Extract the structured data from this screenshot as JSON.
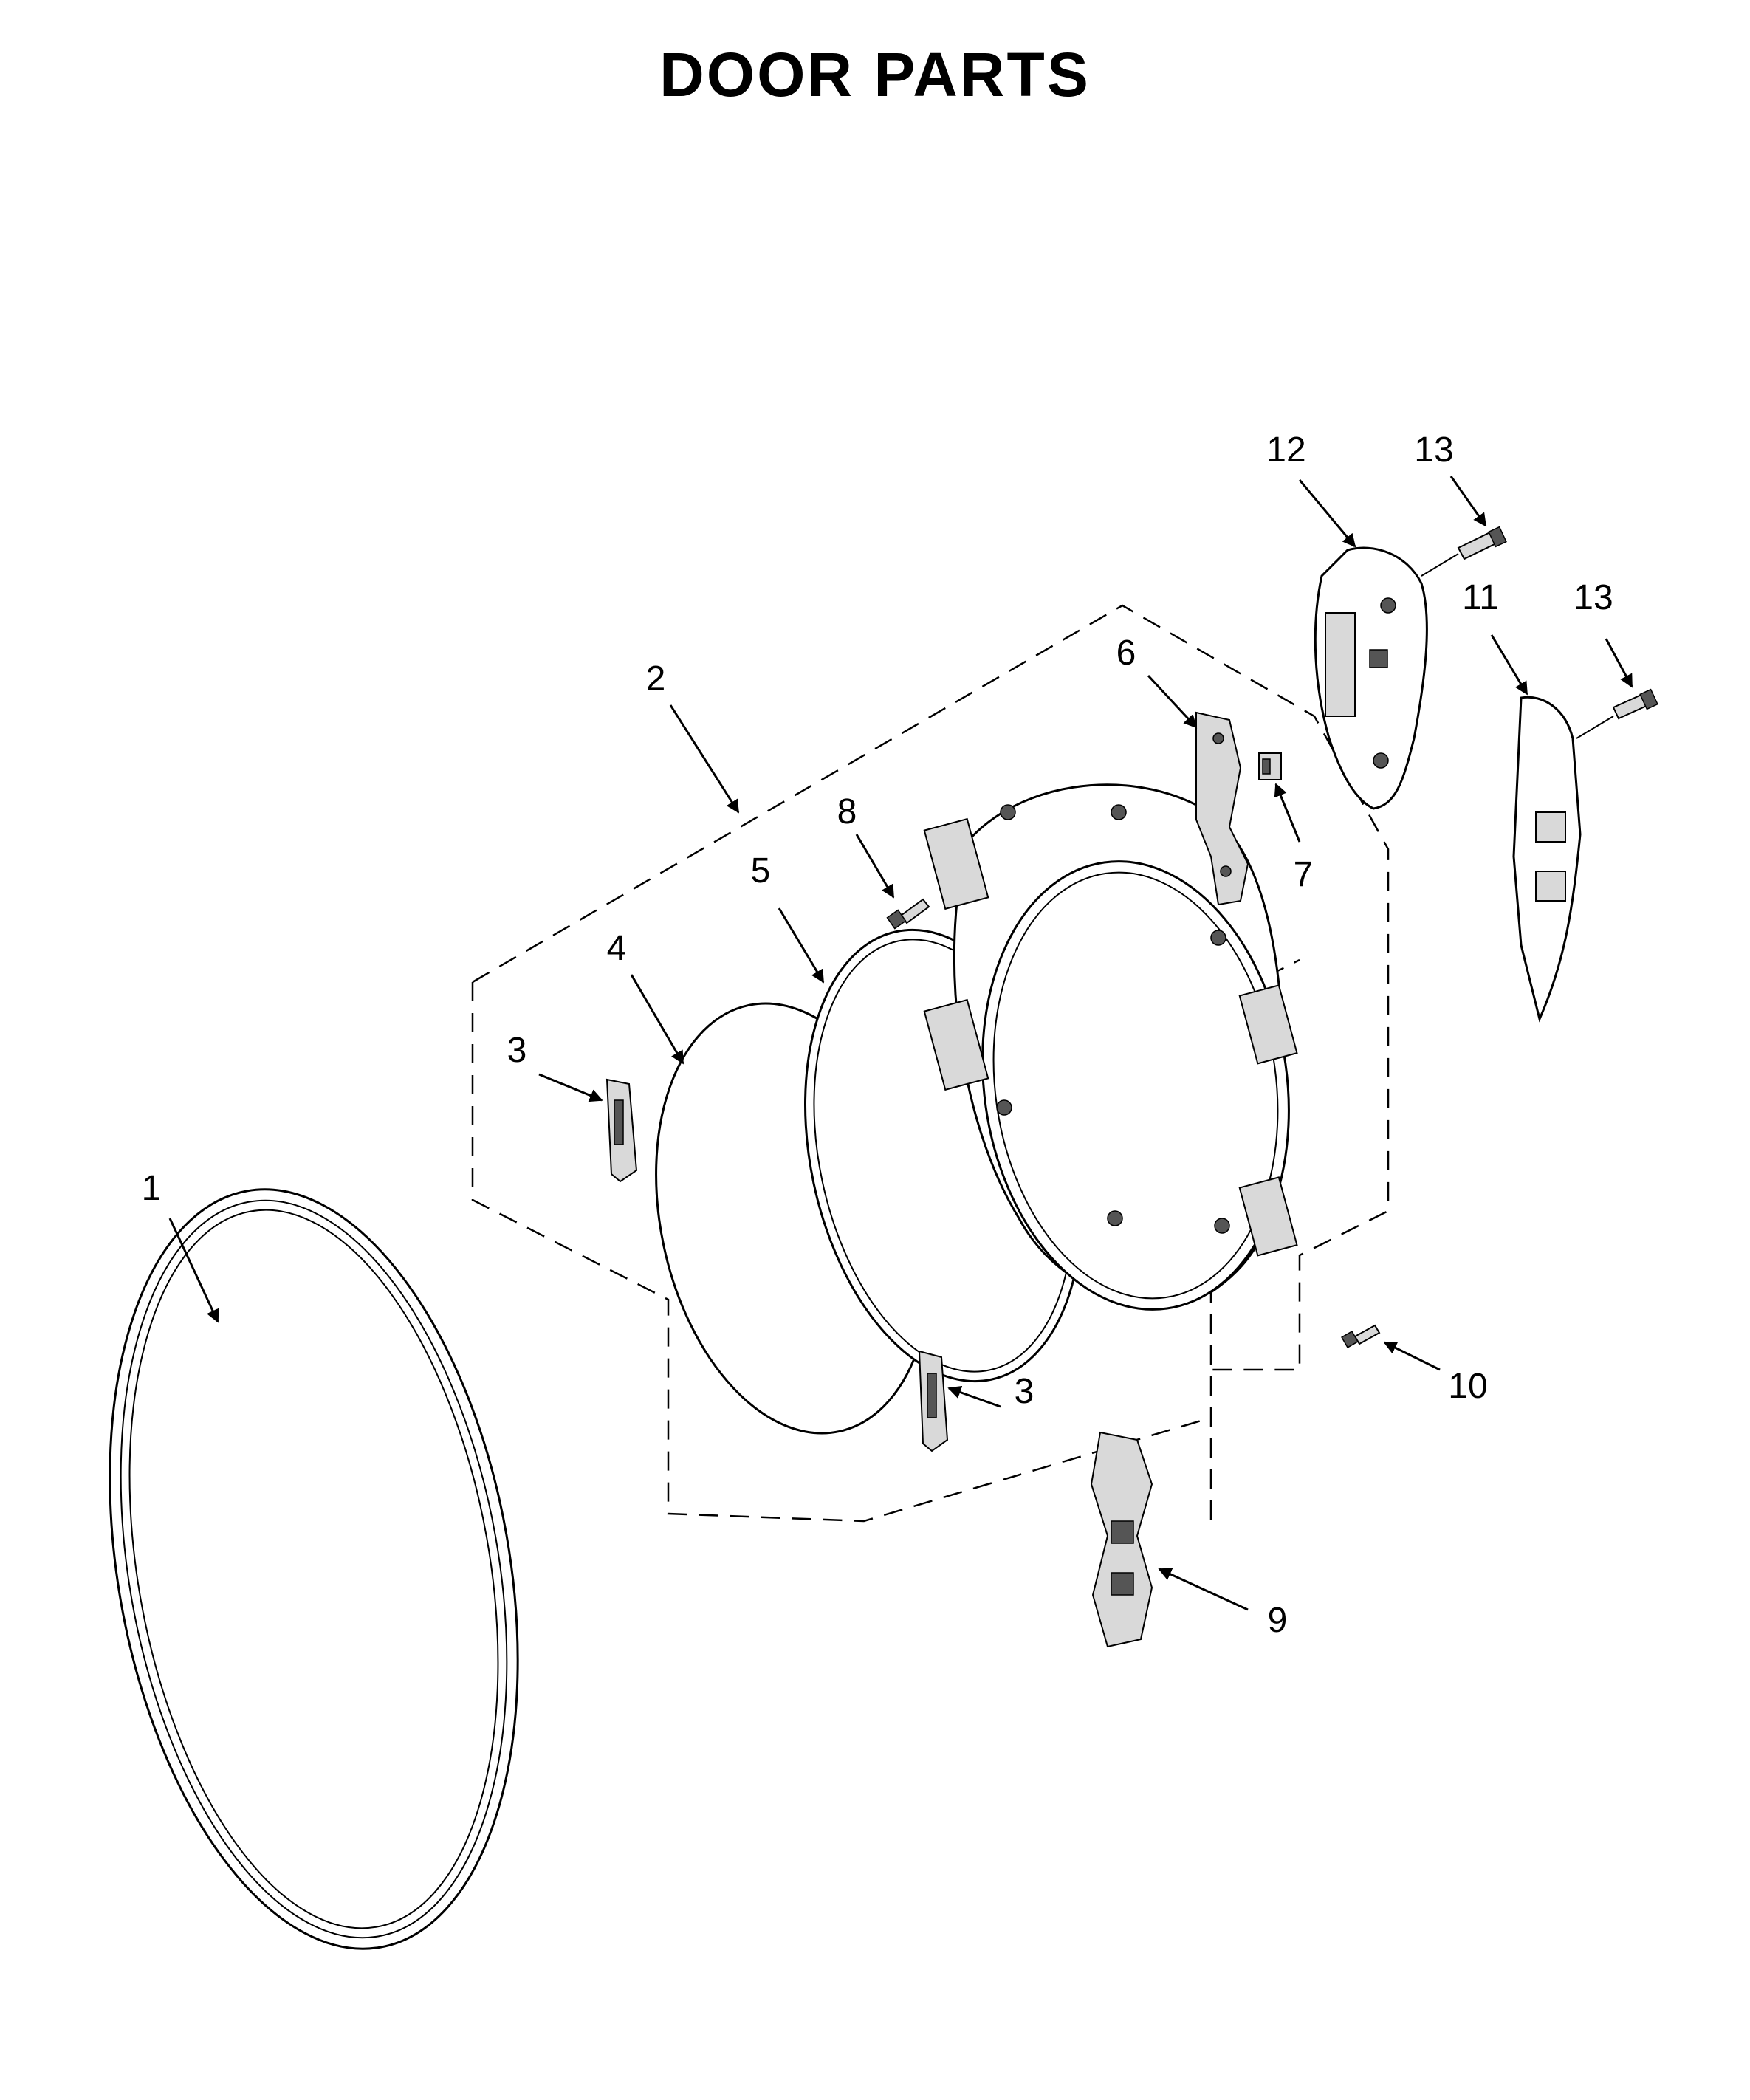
{
  "title": "DOOR PARTS",
  "callouts": {
    "c1": "1",
    "c2": "2",
    "c3a": "3",
    "c3b": "3",
    "c4": "4",
    "c5": "5",
    "c6": "6",
    "c7": "7",
    "c8": "8",
    "c9": "9",
    "c10": "10",
    "c11": "11",
    "c12": "12",
    "c13a": "13",
    "c13b": "13"
  }
}
